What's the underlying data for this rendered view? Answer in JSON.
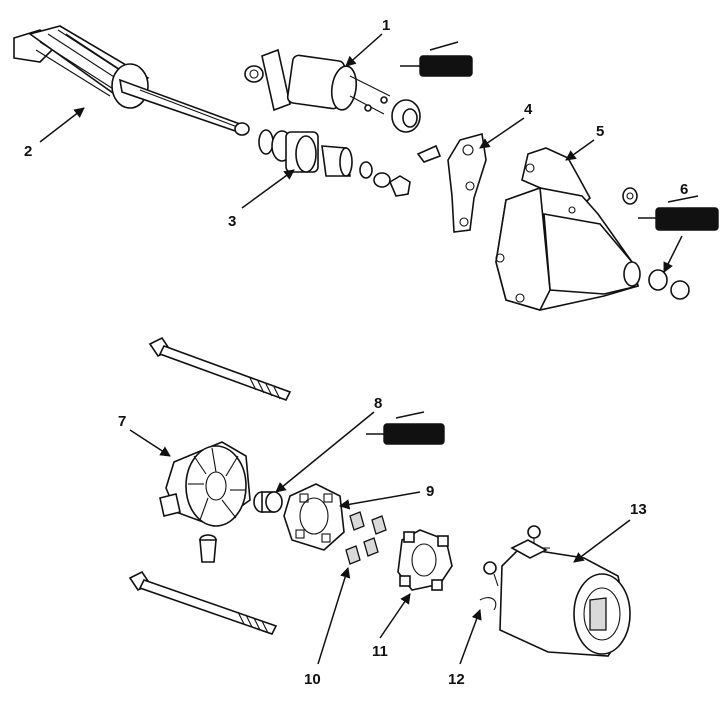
{
  "callouts": {
    "c1": "1",
    "c2": "2",
    "c3": "3",
    "c4": "4",
    "c5": "5",
    "c6": "6",
    "c7": "7",
    "c8": "8",
    "c9": "9",
    "c10": "10",
    "c11": "11",
    "c12": "12",
    "c13": "13"
  },
  "icons": {
    "grease_marker": "grease-gun-icon"
  },
  "colors": {
    "ink": "#111111",
    "paper": "#ffffff"
  }
}
